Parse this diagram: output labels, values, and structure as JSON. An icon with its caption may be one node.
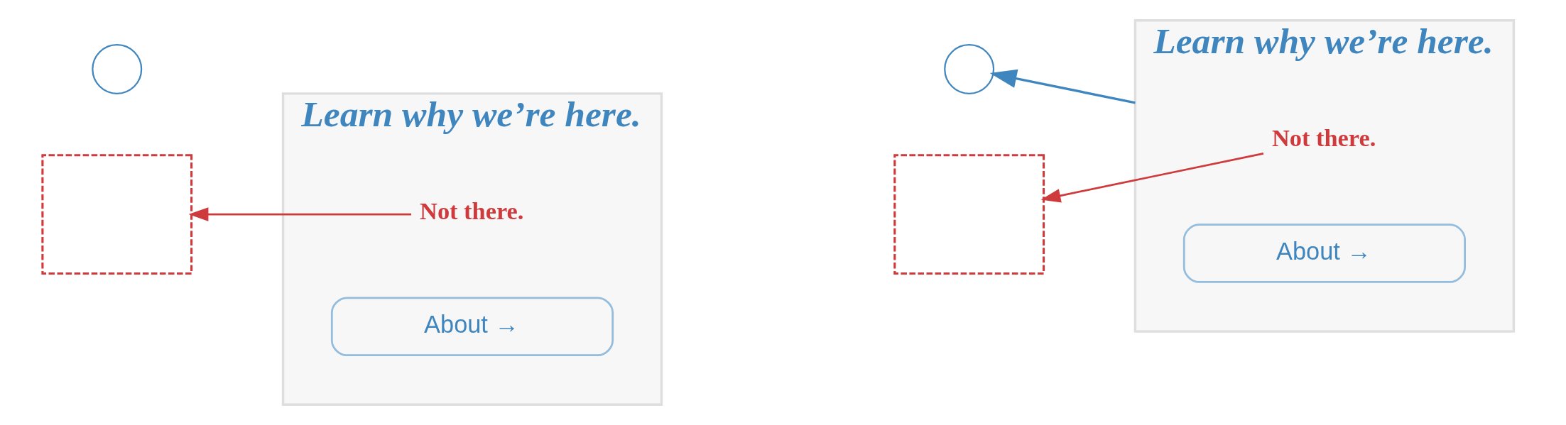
{
  "diagram": {
    "nodes": [
      {
        "text": [],
        "shape": "circle"
      },
      {
        "text": [
          "Learn why we’re here."
        ]
      },
      {
        "text": [
          "Not there."
        ],
        "in": 1
      },
      {
        "text": [
          "About →"
        ],
        "in": 1
      },
      {
        "text": [],
        "shape": "box"
      },
      {
        "text": [],
        "shape": "circle"
      },
      {
        "text": [
          "Learn why we’re here."
        ]
      },
      {
        "text": [
          "Not there."
        ],
        "in": 6
      },
      {
        "text": [
          "About →"
        ],
        "in": 6
      },
      {
        "text": [],
        "shape": "box"
      }
    ],
    "edges": [
      {
        "from": 2,
        "to": 4,
        "arrow": "to"
      },
      {
        "from": 6,
        "to": 5,
        "arrow": "to",
        "color": "#3f86bf"
      },
      {
        "from": 7,
        "to": 9,
        "arrow": "to"
      }
    ]
  }
}
